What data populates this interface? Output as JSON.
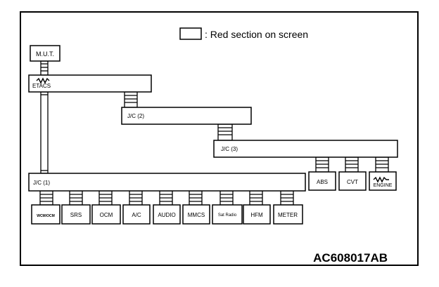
{
  "legend": {
    "text": ": Red section on screen"
  },
  "figure_id": "AC608017AB",
  "nodes": {
    "mut": "M.U.T.",
    "etacs": "ETACS",
    "jc2": "J/C (2)",
    "jc3": "J/C (3)",
    "jc1": "J/C (1)",
    "abs": "ABS",
    "cvt": "CVT",
    "engine": "ENGINE",
    "wcm": "WCM/OCM",
    "srs": "SRS",
    "ocm": "OCM",
    "ac": "A/C",
    "audio": "AUDIO",
    "mmcs": "MMCS",
    "sat": "Sat Radio",
    "hfm": "HFM",
    "meter": "METER"
  }
}
